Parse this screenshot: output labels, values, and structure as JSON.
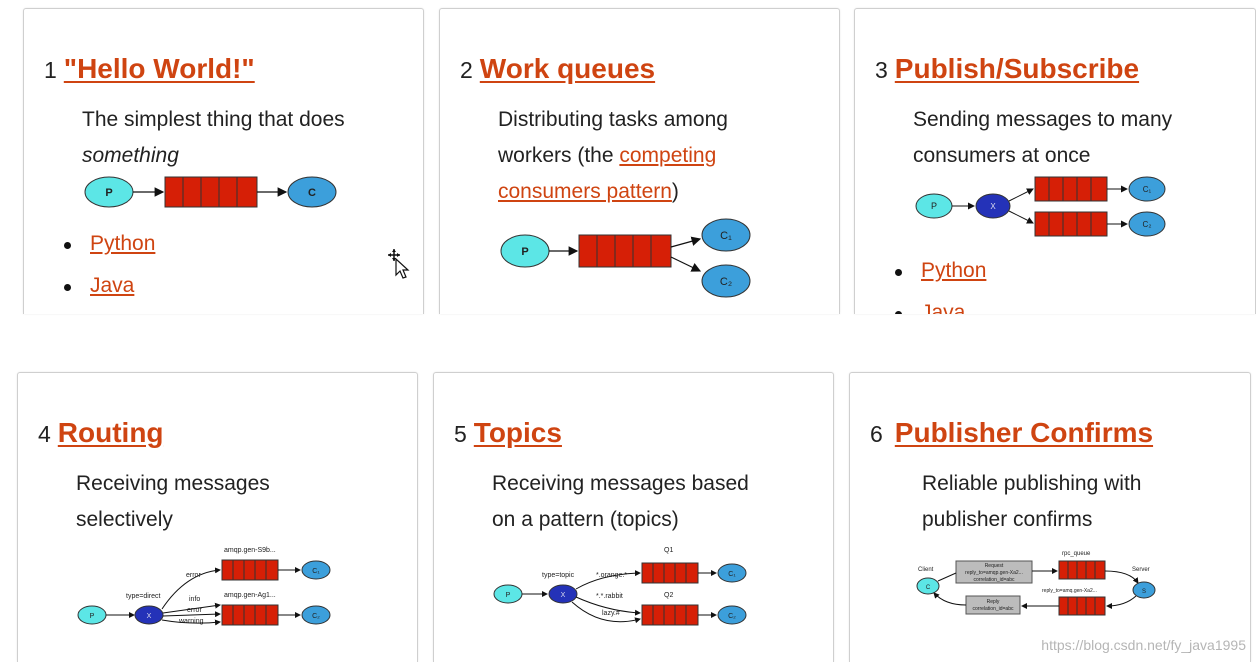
{
  "tutorials": [
    {
      "number": "1",
      "title": "\"Hello World!\"",
      "desc_line1": "The simplest thing that does",
      "desc_line2": "something",
      "diagram": {
        "producer": "P",
        "consumer": "C"
      },
      "links": [
        "Python",
        "Java"
      ]
    },
    {
      "number": "2",
      "title": "Work queues",
      "desc_line1": "Distributing tasks among",
      "desc_line2_prefix": "workers (the ",
      "desc_link_part1": "competing",
      "desc_link_part2": "consumers pattern",
      "desc_suffix": ")",
      "diagram": {
        "producer": "P",
        "consumer1": "C₁",
        "consumer2": "C₂"
      }
    },
    {
      "number": "3",
      "title": "Publish/Subscribe",
      "desc_line1": "Sending messages to many",
      "desc_line2": "consumers at once",
      "diagram": {
        "producer": "P",
        "exchange": "X",
        "consumer1": "C₁",
        "consumer2": "C₂"
      },
      "links": [
        "Python",
        "Java"
      ]
    },
    {
      "number": "4",
      "title": "Routing",
      "desc_line1": "Receiving messages",
      "desc_line2": "selectively",
      "diagram": {
        "producer": "P",
        "exchange": "X",
        "exchange_type": "type=direct",
        "queue1": "amqp.gen-S9b...",
        "queue2": "amqp.gen-Ag1...",
        "binding_error1": "error",
        "binding_info": "info",
        "binding_error2": "error",
        "binding_warning": "warning",
        "consumer1": "C₁",
        "consumer2": "C₂"
      }
    },
    {
      "number": "5",
      "title": "Topics",
      "desc_line1": "Receiving messages based",
      "desc_line2": "on a pattern (topics)",
      "diagram": {
        "producer": "P",
        "exchange": "X",
        "exchange_type": "type=topic",
        "queue1": "Q1",
        "queue2": "Q2",
        "binding1": "*.orange.*",
        "binding2": "*.*.rabbit",
        "binding3": "lazy.#",
        "consumer1": "C₁",
        "consumer2": "C₂"
      }
    },
    {
      "number": "6",
      "title": "Publisher Confirms",
      "desc_line1": "Reliable publishing with",
      "desc_line2": "publisher confirms",
      "diagram": {
        "client": "Client",
        "client_node": "C",
        "server": "Server",
        "server_node": "S",
        "request_line1": "Request",
        "request_line2": "reply_to=amqp.gen-Xa2...",
        "request_line3": "correlation_id=abc",
        "reply_line1": "Reply",
        "reply_line2": "correlation_id=abc",
        "rpc_queue": "rpc_queue",
        "reply_queue": "reply_to=amq.gen-Xa2..."
      }
    }
  ],
  "watermark": "https://blog.csdn.net/fy_java1995",
  "colors": {
    "link": "#cf4411",
    "queue": "#d61f06",
    "producer": "#5ce6e6",
    "consumer": "#3c9fdb",
    "exchange": "#2432b8"
  }
}
